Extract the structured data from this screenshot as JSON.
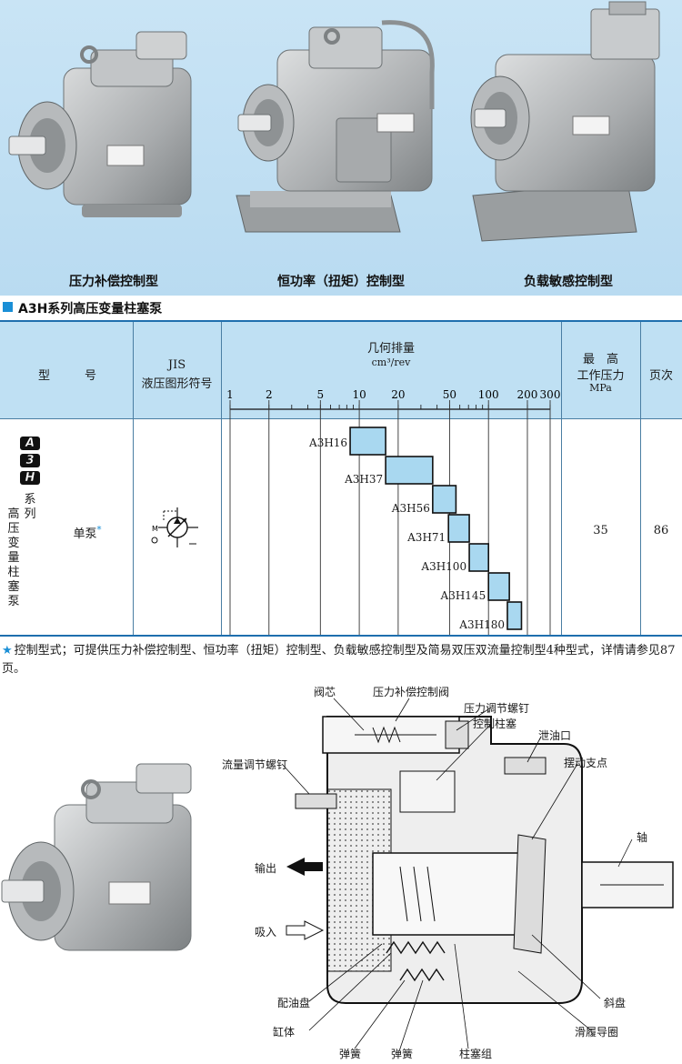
{
  "products": [
    {
      "caption": "压力补偿控制型",
      "icon": "pump-photo-pressure-compensator"
    },
    {
      "caption": "恒功率（扭矩）控制型",
      "icon": "pump-photo-constant-power"
    },
    {
      "caption": "负载敏感控制型",
      "icon": "pump-photo-load-sensing"
    }
  ],
  "section": {
    "title": "A3H系列高压变量柱塞泵",
    "accent_color": "#1a8fd6"
  },
  "table": {
    "header": {
      "model_a": "型",
      "model_b": "号",
      "jis_1": "JIS",
      "jis_2": "液压图形符号",
      "displacement_title": "几何排量",
      "displacement_unit": "cm³/rev",
      "pressure_1": "最　高",
      "pressure_2": "工作压力",
      "pressure_unit": "MPa",
      "page_col": "页次"
    },
    "scale_ticks": [
      "1",
      "2",
      "5",
      "10",
      "20",
      "50",
      "100",
      "200",
      "300"
    ],
    "series_letters": [
      "A",
      "3",
      "H"
    ],
    "series_text_1": [
      "系",
      "列"
    ],
    "series_text_2": [
      "高",
      "压",
      "变",
      "量",
      "柱",
      "塞",
      "泵"
    ],
    "type_label": "单泵",
    "type_star": "*",
    "pressure_value": "35",
    "page_value": "86"
  },
  "chart_data": {
    "type": "range-bar",
    "x_scale": "log",
    "xlim": [
      1,
      300
    ],
    "xlabel": "几何排量 cm³/rev",
    "bar_color": "#a9d8f0",
    "ranges": [
      {
        "model": "A3H16",
        "min": 8.5,
        "max": 16
      },
      {
        "model": "A3H37",
        "min": 16,
        "max": 37
      },
      {
        "model": "A3H56",
        "min": 37,
        "max": 56
      },
      {
        "model": "A3H71",
        "min": 49,
        "max": 71
      },
      {
        "model": "A3H100",
        "min": 71,
        "max": 100
      },
      {
        "model": "A3H145",
        "min": 100,
        "max": 145
      },
      {
        "model": "A3H180",
        "min": 140,
        "max": 180
      }
    ]
  },
  "note": {
    "star": "★",
    "text": "控制型式；可提供压力补偿控制型、恒功率（扭矩）控制型、负载敏感控制型及简易双压双流量控制型4种型式，详情请参见87页。"
  },
  "diagram": {
    "labels": {
      "valve_core": "阀芯",
      "compensator_valve": "压力补偿控制阀",
      "pressure_screw": "压力调节螺钉",
      "control_piston": "控制柱塞",
      "drain_port": "泄油口",
      "flow_screw": "流量调节螺钉",
      "pivot": "摆动支点",
      "shaft": "轴",
      "outlet": "输出",
      "inlet": "吸入",
      "valve_plate": "配油盘",
      "swash_plate": "斜盘",
      "cylinder": "缸体",
      "shoe_guide": "滑履导圈",
      "spring_1": "弹簧",
      "spring_2": "弹簧",
      "piston_group": "柱塞组"
    }
  }
}
